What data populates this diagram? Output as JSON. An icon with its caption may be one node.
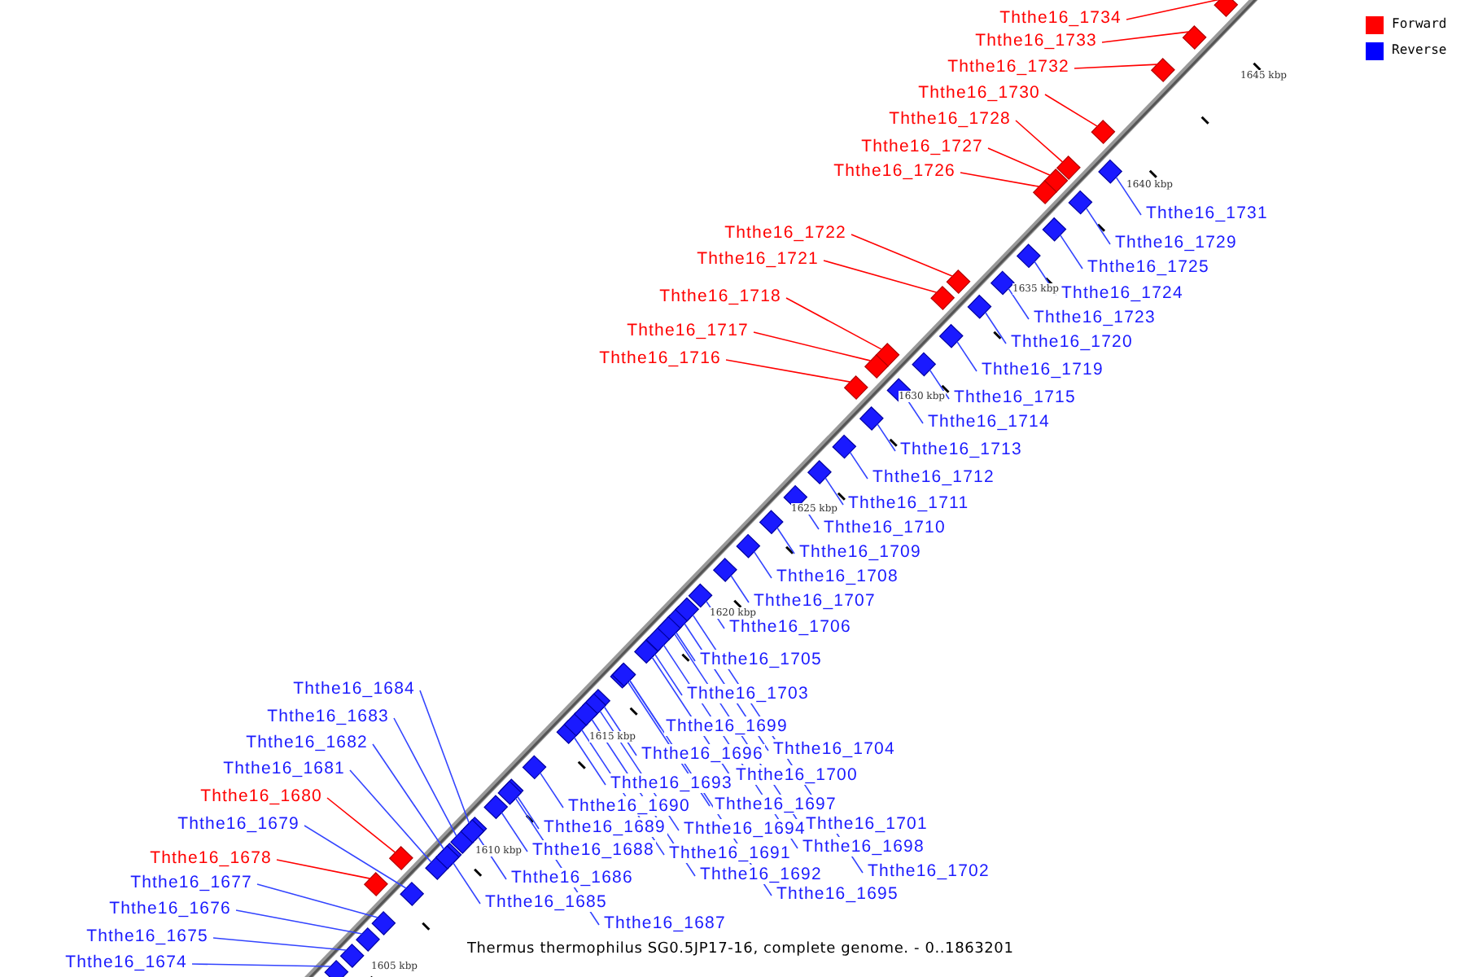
{
  "diagram": {
    "caption": "Thermus thermophilus SG0.5JP17-16, complete genome. - 0..1863201",
    "nodes": [
      {
        "text": [
          "Ththe16_1734"
        ]
      },
      {
        "text": [
          "Ththe16_1733"
        ]
      },
      {
        "text": [
          "Ththe16_1732"
        ]
      },
      {
        "text": [
          "Ththe16_1730"
        ]
      },
      {
        "text": [
          "Ththe16_1728"
        ]
      },
      {
        "text": [
          "Ththe16_1727"
        ]
      },
      {
        "text": [
          "Ththe16_1726"
        ]
      },
      {
        "text": [
          "Ththe16_1731"
        ]
      },
      {
        "text": [
          "Ththe16_1722"
        ]
      },
      {
        "text": [
          "Ththe16_1729"
        ]
      },
      {
        "text": [
          "Ththe16_1721"
        ]
      },
      {
        "text": [
          "Ththe16_1725"
        ]
      },
      {
        "text": [
          "Ththe16_1724"
        ]
      },
      {
        "text": [
          "Ththe16_1718"
        ]
      },
      {
        "text": [
          "Ththe16_1723"
        ]
      },
      {
        "text": [
          "Ththe16_1717"
        ]
      },
      {
        "text": [
          "Ththe16_1720"
        ]
      },
      {
        "text": [
          "Ththe16_1716"
        ]
      },
      {
        "text": [
          "Ththe16_1719"
        ]
      },
      {
        "text": [
          "Ththe16_1715"
        ]
      },
      {
        "text": [
          "Ththe16_1714"
        ]
      },
      {
        "text": [
          "Ththe16_1713"
        ]
      },
      {
        "text": [
          "Ththe16_1712"
        ]
      },
      {
        "text": [
          "Ththe16_1711"
        ]
      },
      {
        "text": [
          "Ththe16_1710"
        ]
      },
      {
        "text": [
          "Ththe16_1709"
        ]
      },
      {
        "text": [
          "Ththe16_1708"
        ]
      },
      {
        "text": [
          "Ththe16_1707"
        ]
      },
      {
        "text": [
          "Ththe16_1706"
        ]
      },
      {
        "text": [
          "Ththe16_1705"
        ]
      },
      {
        "text": [
          "Ththe16_1684"
        ]
      },
      {
        "text": [
          "Ththe16_1703"
        ]
      },
      {
        "text": [
          "Ththe16_1683"
        ]
      },
      {
        "text": [
          "Ththe16_1699"
        ]
      },
      {
        "text": [
          "Ththe16_1682"
        ]
      },
      {
        "text": [
          "Ththe16_1704"
        ]
      },
      {
        "text": [
          "Ththe16_1696"
        ]
      },
      {
        "text": [
          "Ththe16_1681"
        ]
      },
      {
        "text": [
          "Ththe16_1700"
        ]
      },
      {
        "text": [
          "Ththe16_1693"
        ]
      },
      {
        "text": [
          "Ththe16_1680"
        ]
      },
      {
        "text": [
          "Ththe16_1697"
        ]
      },
      {
        "text": [
          "Ththe16_1690"
        ]
      },
      {
        "text": [
          "Ththe16_1679"
        ]
      },
      {
        "text": [
          "Ththe16_1701"
        ]
      },
      {
        "text": [
          "Ththe16_1689"
        ]
      },
      {
        "text": [
          "Ththe16_1694"
        ]
      },
      {
        "text": [
          "Ththe16_1698"
        ]
      },
      {
        "text": [
          "Ththe16_1688"
        ]
      },
      {
        "text": [
          "Ththe16_1691"
        ]
      },
      {
        "text": [
          "Ththe16_1678"
        ]
      },
      {
        "text": [
          "Ththe16_1702"
        ]
      },
      {
        "text": [
          "Ththe16_1692"
        ]
      },
      {
        "text": [
          "Ththe16_1686"
        ]
      },
      {
        "text": [
          "Ththe16_1677"
        ]
      },
      {
        "text": [
          "Ththe16_1695"
        ]
      },
      {
        "text": [
          "Ththe16_1685"
        ]
      },
      {
        "text": [
          "Ththe16_1676"
        ]
      },
      {
        "text": [
          "Ththe16_1687"
        ]
      },
      {
        "text": [
          "Ththe16_1675"
        ]
      },
      {
        "text": [
          "Ththe16_1674"
        ]
      },
      {
        "text": [],
        "shape": "box"
      },
      {
        "text": [],
        "shape": "box"
      },
      {
        "text": [],
        "shape": "box"
      },
      {
        "text": [],
        "shape": "box"
      },
      {
        "text": [],
        "shape": "box"
      },
      {
        "text": [],
        "shape": "box"
      },
      {
        "text": [],
        "shape": "box"
      },
      {
        "text": [],
        "shape": "box"
      },
      {
        "text": [],
        "shape": "box"
      },
      {
        "text": [],
        "shape": "box"
      },
      {
        "text": [],
        "shape": "box"
      },
      {
        "text": [],
        "shape": "box"
      },
      {
        "text": [],
        "shape": "box"
      },
      {
        "text": [],
        "shape": "box"
      },
      {
        "text": [],
        "shape": "box"
      },
      {
        "text": [],
        "shape": "box"
      },
      {
        "text": [],
        "shape": "box"
      },
      {
        "text": [],
        "shape": "box"
      },
      {
        "text": [],
        "shape": "box"
      },
      {
        "text": [],
        "shape": "box"
      },
      {
        "text": [],
        "shape": "box"
      },
      {
        "text": [],
        "shape": "box"
      },
      {
        "text": [],
        "shape": "box"
      },
      {
        "text": [],
        "shape": "box"
      },
      {
        "text": [],
        "shape": "box"
      },
      {
        "text": [],
        "shape": "box"
      },
      {
        "text": [],
        "shape": "box"
      },
      {
        "text": [],
        "shape": "box"
      },
      {
        "text": [],
        "shape": "box"
      },
      {
        "text": [],
        "shape": "box"
      },
      {
        "text": [],
        "shape": "box"
      },
      {
        "text": [],
        "shape": "box"
      },
      {
        "text": [],
        "shape": "box"
      },
      {
        "text": [],
        "shape": "box"
      },
      {
        "text": [],
        "shape": "box"
      },
      {
        "text": [],
        "shape": "box"
      },
      {
        "text": [],
        "shape": "box"
      },
      {
        "text": [],
        "shape": "box"
      },
      {
        "text": [],
        "shape": "box"
      },
      {
        "text": [],
        "shape": "box"
      },
      {
        "text": [],
        "shape": "box"
      },
      {
        "text": [],
        "shape": "box"
      },
      {
        "text": [],
        "shape": "box"
      },
      {
        "text": [],
        "shape": "box"
      },
      {
        "text": [],
        "shape": "box"
      },
      {
        "text": [],
        "shape": "box"
      },
      {
        "text": [],
        "shape": "box"
      },
      {
        "text": [],
        "shape": "box"
      },
      {
        "text": [],
        "shape": "box"
      },
      {
        "text": [],
        "shape": "box"
      },
      {
        "text": [],
        "shape": "box"
      },
      {
        "text": [],
        "shape": "box"
      },
      {
        "text": [],
        "shape": "box"
      },
      {
        "text": [],
        "shape": "box"
      },
      {
        "text": [],
        "shape": "box"
      },
      {
        "text": [],
        "shape": "box"
      },
      {
        "text": [],
        "shape": "box"
      },
      {
        "text": [],
        "shape": "box"
      },
      {
        "text": [],
        "shape": "box"
      },
      {
        "text": [],
        "shape": "box"
      },
      {
        "text": [],
        "shape": "box"
      }
    ],
    "edges": [
      {
        "from": 0,
        "to": 61,
        "arrow": "none",
        "color": "#ff0000"
      },
      {
        "from": 1,
        "to": 62,
        "arrow": "none",
        "color": "#ff0000"
      },
      {
        "from": 2,
        "to": 63,
        "arrow": "none",
        "color": "#ff0000"
      },
      {
        "from": 3,
        "to": 64,
        "arrow": "none",
        "color": "#ff0000"
      },
      {
        "from": 4,
        "to": 65,
        "arrow": "none",
        "color": "#ff0000"
      },
      {
        "from": 5,
        "to": 66,
        "arrow": "none",
        "color": "#ff0000"
      },
      {
        "from": 6,
        "to": 67,
        "arrow": "none",
        "color": "#ff0000"
      },
      {
        "from": 7,
        "to": 68,
        "arrow": "none"
      },
      {
        "from": 8,
        "to": 69,
        "arrow": "none",
        "color": "#ff0000"
      },
      {
        "from": 9,
        "to": 70,
        "arrow": "none"
      },
      {
        "from": 10,
        "to": 71,
        "arrow": "none",
        "color": "#ff0000"
      },
      {
        "from": 11,
        "to": 72,
        "arrow": "none"
      },
      {
        "from": 12,
        "to": 73,
        "arrow": "none"
      },
      {
        "from": 13,
        "to": 74,
        "arrow": "none",
        "color": "#ff0000"
      },
      {
        "from": 14,
        "to": 75,
        "arrow": "none"
      },
      {
        "from": 15,
        "to": 76,
        "arrow": "none",
        "color": "#ff0000"
      },
      {
        "from": 16,
        "to": 77,
        "arrow": "none"
      },
      {
        "from": 17,
        "to": 78,
        "arrow": "none",
        "color": "#ff0000"
      },
      {
        "from": 18,
        "to": 79,
        "arrow": "none"
      },
      {
        "from": 19,
        "to": 80,
        "arrow": "none"
      },
      {
        "from": 20,
        "to": 81,
        "arrow": "none"
      },
      {
        "from": 21,
        "to": 82,
        "arrow": "none"
      },
      {
        "from": 22,
        "to": 83,
        "arrow": "none"
      },
      {
        "from": 23,
        "to": 84,
        "arrow": "none"
      },
      {
        "from": 24,
        "to": 85,
        "arrow": "none"
      },
      {
        "from": 25,
        "to": 86,
        "arrow": "none"
      },
      {
        "from": 26,
        "to": 87,
        "arrow": "none"
      },
      {
        "from": 27,
        "to": 88,
        "arrow": "none"
      },
      {
        "from": 28,
        "to": 89,
        "arrow": "none"
      },
      {
        "from": 29,
        "to": 90,
        "arrow": "none"
      },
      {
        "from": 30,
        "to": 91,
        "arrow": "none"
      },
      {
        "from": 31,
        "to": 92,
        "arrow": "none"
      },
      {
        "from": 32,
        "to": 93,
        "arrow": "none"
      },
      {
        "from": 33,
        "to": 94,
        "arrow": "none"
      },
      {
        "from": 34,
        "to": 95,
        "arrow": "none"
      },
      {
        "from": 35,
        "to": 96,
        "arrow": "none"
      },
      {
        "from": 36,
        "to": 97,
        "arrow": "none"
      },
      {
        "from": 37,
        "to": 98,
        "arrow": "none"
      },
      {
        "from": 38,
        "to": 99,
        "arrow": "none"
      },
      {
        "from": 39,
        "to": 100,
        "arrow": "none"
      },
      {
        "from": 40,
        "to": 101,
        "arrow": "none",
        "color": "#ff0000"
      },
      {
        "from": 41,
        "to": 102,
        "arrow": "none"
      },
      {
        "from": 42,
        "to": 103,
        "arrow": "none"
      },
      {
        "from": 43,
        "to": 104,
        "arrow": "none"
      },
      {
        "from": 44,
        "to": 105,
        "arrow": "none"
      },
      {
        "from": 45,
        "to": 106,
        "arrow": "none"
      },
      {
        "from": 46,
        "to": 107,
        "arrow": "none"
      },
      {
        "from": 47,
        "to": 108,
        "arrow": "none"
      },
      {
        "from": 48,
        "to": 109,
        "arrow": "none"
      },
      {
        "from": 49,
        "to": 110,
        "arrow": "none"
      },
      {
        "from": 50,
        "to": 111,
        "arrow": "none",
        "color": "#ff0000"
      },
      {
        "from": 51,
        "to": 112,
        "arrow": "none"
      },
      {
        "from": 52,
        "to": 113,
        "arrow": "none"
      },
      {
        "from": 53,
        "to": 114,
        "arrow": "none"
      },
      {
        "from": 54,
        "to": 115,
        "arrow": "none"
      },
      {
        "from": 55,
        "to": 116,
        "arrow": "none"
      },
      {
        "from": 56,
        "to": 117,
        "arrow": "none"
      },
      {
        "from": 57,
        "to": 118,
        "arrow": "none"
      },
      {
        "from": 58,
        "to": 119,
        "arrow": "none"
      },
      {
        "from": 59,
        "to": 120,
        "arrow": "none"
      },
      {
        "from": 60,
        "to": 121,
        "arrow": "none"
      }
    ],
    "labels": [
      "1645 kbp",
      "1640 kbp",
      "1635 kbp",
      "1630 kbp",
      "1625 kbp",
      "1620 kbp",
      "1615 kbp",
      "1610 kbp",
      "1605 kbp"
    ],
    "legend": [
      {
        "text": "Forward",
        "color": "#ff0000"
      },
      {
        "text": "Reverse",
        "color": "#0000ff"
      }
    ]
  }
}
